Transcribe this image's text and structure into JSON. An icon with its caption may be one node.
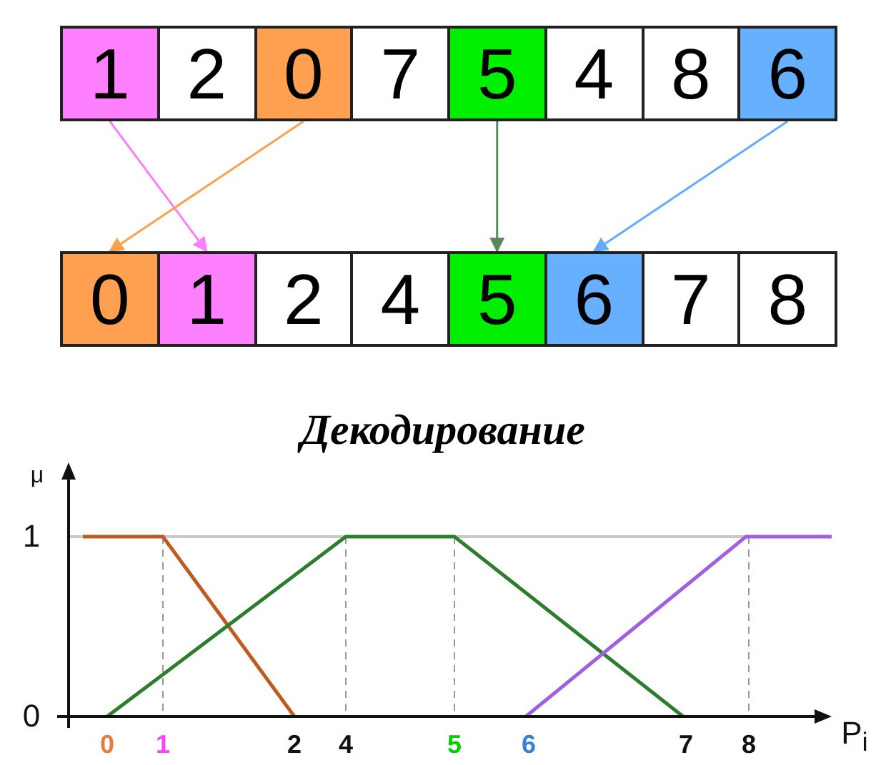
{
  "diagram": {
    "title": "Декодирование",
    "nodes": [
      {
        "text": [
          "1"
        ]
      },
      {
        "text": [
          "2"
        ]
      },
      {
        "text": [
          "0"
        ]
      },
      {
        "text": [
          "7"
        ]
      },
      {
        "text": [
          "5"
        ]
      },
      {
        "text": [
          "4"
        ]
      },
      {
        "text": [
          "8"
        ]
      },
      {
        "text": [
          "6"
        ]
      },
      {
        "text": [
          "0"
        ]
      },
      {
        "text": [
          "1"
        ]
      },
      {
        "text": [
          "2"
        ]
      },
      {
        "text": [
          "4"
        ]
      },
      {
        "text": [
          "5"
        ]
      },
      {
        "text": [
          "6"
        ]
      },
      {
        "text": [
          "7"
        ]
      },
      {
        "text": [
          "8"
        ]
      }
    ],
    "edges": [
      {
        "from": 0,
        "to": 9,
        "arrow": "to",
        "color": "#ff80ff"
      },
      {
        "from": 2,
        "to": 8,
        "arrow": "to",
        "color": "#ffa050"
      },
      {
        "from": 4,
        "to": 12,
        "arrow": "to",
        "color": "#5a8a5a"
      },
      {
        "from": 7,
        "to": 13,
        "arrow": "to",
        "color": "#66aaff"
      }
    ],
    "labels": [
      "μ",
      "1",
      "0",
      "0",
      "1",
      "2",
      "4",
      "5",
      "6",
      "7",
      "8",
      "P$_{i}$"
    ]
  }
}
